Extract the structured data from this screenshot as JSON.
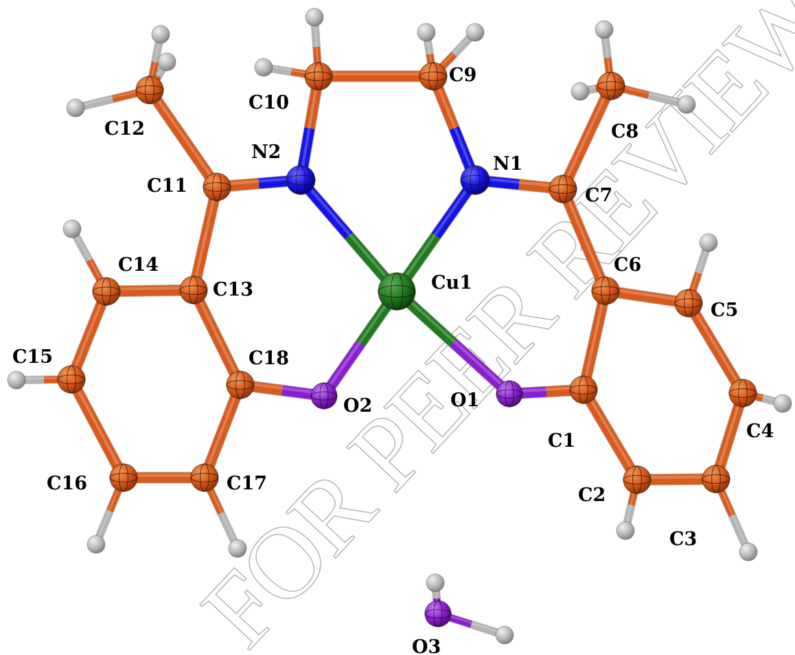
{
  "watermark": {
    "text": "FOR PEER REVIEW",
    "color": "#b8b8b8"
  },
  "colors": {
    "C": "#d85a1c",
    "H": "#b4b4b4",
    "N": "#1414e6",
    "O": "#8a1fd0",
    "Cu": "#1f7a1f",
    "text": "#000000"
  },
  "atoms": [
    {
      "id": "Cu1",
      "el": "Cu",
      "label": "Cu1",
      "show": true
    },
    {
      "id": "N1",
      "el": "N",
      "label": "N1",
      "show": true
    },
    {
      "id": "N2",
      "el": "N",
      "label": "N2",
      "show": true
    },
    {
      "id": "O1",
      "el": "O",
      "label": "O1",
      "show": true
    },
    {
      "id": "O2",
      "el": "O",
      "label": "O2",
      "show": true
    },
    {
      "id": "O3",
      "el": "O",
      "label": "O3",
      "show": true
    },
    {
      "id": "C1",
      "el": "C",
      "label": "C1",
      "show": true
    },
    {
      "id": "C2",
      "el": "C",
      "label": "C2",
      "show": true
    },
    {
      "id": "C3",
      "el": "C",
      "label": "C3",
      "show": true
    },
    {
      "id": "C4",
      "el": "C",
      "label": "C4",
      "show": true
    },
    {
      "id": "C5",
      "el": "C",
      "label": "C5",
      "show": true
    },
    {
      "id": "C6",
      "el": "C",
      "label": "C6",
      "show": true
    },
    {
      "id": "C7",
      "el": "C",
      "label": "C7",
      "show": true
    },
    {
      "id": "C8",
      "el": "C",
      "label": "C8",
      "show": true
    },
    {
      "id": "C9",
      "el": "C",
      "label": "C9",
      "show": true
    },
    {
      "id": "C10",
      "el": "C",
      "label": "C10",
      "show": true
    },
    {
      "id": "C11",
      "el": "C",
      "label": "C11",
      "show": true
    },
    {
      "id": "C12",
      "el": "C",
      "label": "C12",
      "show": true
    },
    {
      "id": "C13",
      "el": "C",
      "label": "C13",
      "show": true
    },
    {
      "id": "C14",
      "el": "C",
      "label": "C14",
      "show": true
    },
    {
      "id": "C15",
      "el": "C",
      "label": "C15",
      "show": true
    },
    {
      "id": "C16",
      "el": "C",
      "label": "C16",
      "show": true
    },
    {
      "id": "C17",
      "el": "C",
      "label": "C17",
      "show": true
    },
    {
      "id": "C18",
      "el": "C",
      "label": "C18",
      "show": true
    },
    {
      "id": "H2",
      "el": "H",
      "label": "",
      "show": false
    },
    {
      "id": "H3",
      "el": "H",
      "label": "",
      "show": false
    },
    {
      "id": "H4",
      "el": "H",
      "label": "",
      "show": false
    },
    {
      "id": "H5",
      "el": "H",
      "label": "",
      "show": false
    },
    {
      "id": "H8A",
      "el": "H",
      "label": "",
      "show": false
    },
    {
      "id": "H8B",
      "el": "H",
      "label": "",
      "show": false
    },
    {
      "id": "H8C",
      "el": "H",
      "label": "",
      "show": false
    },
    {
      "id": "H9A",
      "el": "H",
      "label": "",
      "show": false
    },
    {
      "id": "H9B",
      "el": "H",
      "label": "",
      "show": false
    },
    {
      "id": "H10A",
      "el": "H",
      "label": "",
      "show": false
    },
    {
      "id": "H10B",
      "el": "H",
      "label": "",
      "show": false
    },
    {
      "id": "H12A",
      "el": "H",
      "label": "",
      "show": false
    },
    {
      "id": "H12B",
      "el": "H",
      "label": "",
      "show": false
    },
    {
      "id": "H12C",
      "el": "H",
      "label": "",
      "show": false
    },
    {
      "id": "H14",
      "el": "H",
      "label": "",
      "show": false
    },
    {
      "id": "H15",
      "el": "H",
      "label": "",
      "show": false
    },
    {
      "id": "H16",
      "el": "H",
      "label": "",
      "show": false
    },
    {
      "id": "H17",
      "el": "H",
      "label": "",
      "show": false
    },
    {
      "id": "H3A",
      "el": "H",
      "label": "",
      "show": false
    },
    {
      "id": "H3B",
      "el": "H",
      "label": "",
      "show": false
    }
  ],
  "bonds": [
    [
      "Cu1",
      "N1"
    ],
    [
      "Cu1",
      "N2"
    ],
    [
      "Cu1",
      "O1"
    ],
    [
      "Cu1",
      "O2"
    ],
    [
      "N1",
      "C7"
    ],
    [
      "N1",
      "C9"
    ],
    [
      "N2",
      "C10"
    ],
    [
      "N2",
      "C11"
    ],
    [
      "C9",
      "C10"
    ],
    [
      "C7",
      "C8"
    ],
    [
      "C7",
      "C6"
    ],
    [
      "C11",
      "C12"
    ],
    [
      "C11",
      "C13"
    ],
    [
      "O1",
      "C1"
    ],
    [
      "O2",
      "C18"
    ],
    [
      "C1",
      "C2"
    ],
    [
      "C2",
      "C3"
    ],
    [
      "C3",
      "C4"
    ],
    [
      "C4",
      "C5"
    ],
    [
      "C5",
      "C6"
    ],
    [
      "C6",
      "C1"
    ],
    [
      "C13",
      "C14"
    ],
    [
      "C14",
      "C15"
    ],
    [
      "C15",
      "C16"
    ],
    [
      "C16",
      "C17"
    ],
    [
      "C17",
      "C18"
    ],
    [
      "C18",
      "C13"
    ],
    [
      "C2",
      "H2"
    ],
    [
      "C3",
      "H3"
    ],
    [
      "C4",
      "H4"
    ],
    [
      "C5",
      "H5"
    ],
    [
      "C8",
      "H8A"
    ],
    [
      "C8",
      "H8B"
    ],
    [
      "C8",
      "H8C"
    ],
    [
      "C9",
      "H9A"
    ],
    [
      "C9",
      "H9B"
    ],
    [
      "C10",
      "H10A"
    ],
    [
      "C10",
      "H10B"
    ],
    [
      "C12",
      "H12A"
    ],
    [
      "C12",
      "H12B"
    ],
    [
      "C12",
      "H12C"
    ],
    [
      "C14",
      "H14"
    ],
    [
      "C15",
      "H15"
    ],
    [
      "C16",
      "H16"
    ],
    [
      "C17",
      "H17"
    ],
    [
      "O3",
      "H3A"
    ],
    [
      "O3",
      "H3B"
    ]
  ]
}
